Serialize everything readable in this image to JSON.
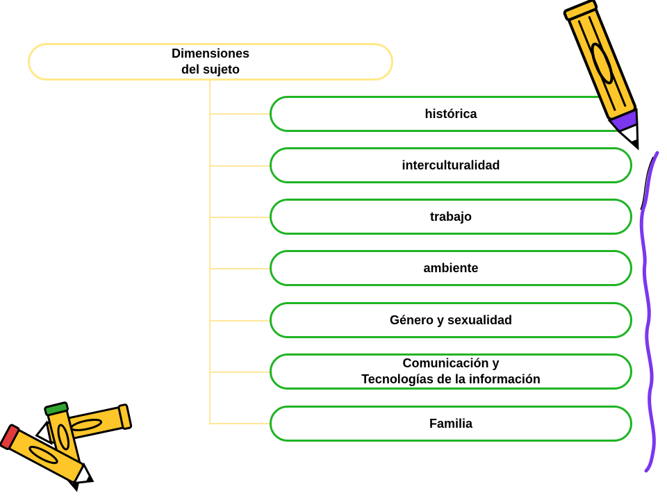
{
  "diagram": {
    "root": {
      "line1": "Dimensiones",
      "line2": "del sujeto"
    },
    "children": [
      {
        "line1": "histórica",
        "line2": ""
      },
      {
        "line1": "interculturalidad",
        "line2": ""
      },
      {
        "line1": "trabajo",
        "line2": ""
      },
      {
        "line1": "ambiente",
        "line2": ""
      },
      {
        "line1": "Género y sexualidad",
        "line2": ""
      },
      {
        "line1": "Comunicación y",
        "line2": "Tecnologías de la información"
      },
      {
        "line1": "Familia",
        "line2": ""
      }
    ],
    "colors": {
      "root_border": "#ffe88a",
      "child_border": "#1fb424",
      "connector": "#ffe79a",
      "squiggle": "#7b36f0",
      "pencil_body": "#ffc629"
    }
  }
}
